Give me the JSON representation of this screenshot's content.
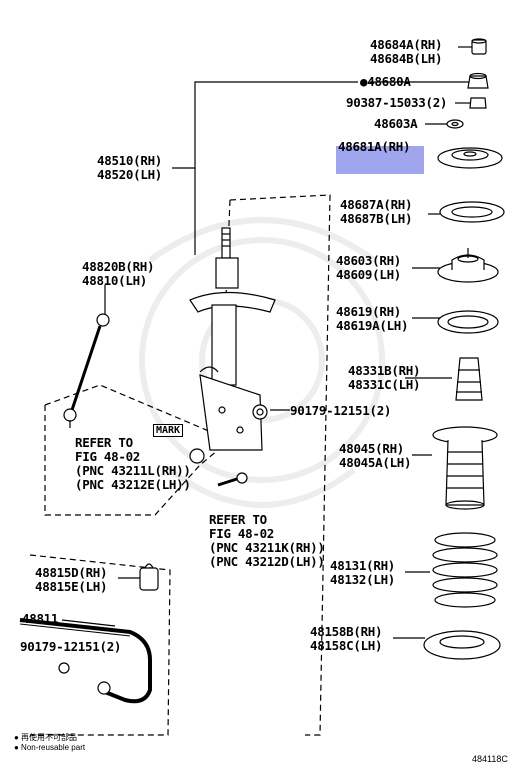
{
  "labels": {
    "p48684": [
      "48684A(RH)",
      "48684B(LH)"
    ],
    "p48680": "●48680A",
    "p90387": "90387-15033(2)",
    "p48603a": "48603A",
    "p48681": "48681A(RH)",
    "p48687": [
      "48687A(RH)",
      "48687B(LH)"
    ],
    "p48603": [
      "48603(RH)",
      "48609(LH)"
    ],
    "p48619": [
      "48619(RH)",
      "48619A(LH)"
    ],
    "p48331": [
      "48331B(RH)",
      "48331C(LH)"
    ],
    "p48045": [
      "48045(RH)",
      "48045A(LH)"
    ],
    "p48131": [
      "48131(RH)",
      "48132(LH)"
    ],
    "p48158": [
      "48158B(RH)",
      "48158C(LH)"
    ],
    "p48510": [
      "48510(RH)",
      "48520(LH)"
    ],
    "p48820": [
      "48820B(RH)",
      "48810(LH)"
    ],
    "p90179a": "90179-12151(2)",
    "mark": "MARK",
    "refer1": [
      "REFER TO",
      "FIG 48-02",
      "(PNC 43211L(RH))",
      "(PNC 43212E(LH))"
    ],
    "refer2": [
      "REFER TO",
      "FIG 48-02",
      "(PNC 43211K(RH))",
      "(PNC 43212D(LH))"
    ],
    "p48815": [
      "48815D(RH)",
      "48815E(LH)"
    ],
    "p48811": "48811",
    "p90179b": "90179-12151(2)"
  },
  "legend": {
    "line1": "● 再使用不可部品",
    "line2": "● Non-reusable part"
  },
  "figure_id": "484118C",
  "colors": {
    "highlight": "#8f96ea",
    "ink": "#000000",
    "watermark": "#e8e8e8"
  }
}
